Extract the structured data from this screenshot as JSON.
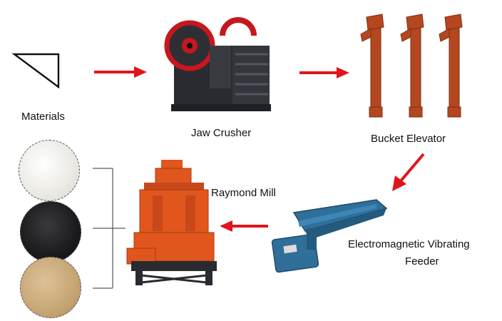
{
  "nodes": {
    "materials": {
      "label": "Materials"
    },
    "jaw_crusher": {
      "label": "Jaw Crusher"
    },
    "bucket_elevator": {
      "label": "Bucket Elevator"
    },
    "vibrating_feeder": {
      "label_line1": "Electromagnetic Vibrating",
      "label_line2": "Feeder"
    },
    "raymond_mill": {
      "label": "Raymond Mill"
    }
  },
  "product_samples": [
    {
      "name": "white-powder",
      "color": "#ecebe6"
    },
    {
      "name": "black-powder",
      "color": "#1b1b1d"
    },
    {
      "name": "sand-powder",
      "color": "#c9a877"
    }
  ],
  "colors": {
    "arrow": "#e1141b",
    "machine_orange": "#e0561d",
    "elevator_rust": "#b4471f",
    "crusher_dark": "#2a2b30",
    "crusher_red": "#c7171e",
    "feeder_blue": "#2f6f9a"
  }
}
